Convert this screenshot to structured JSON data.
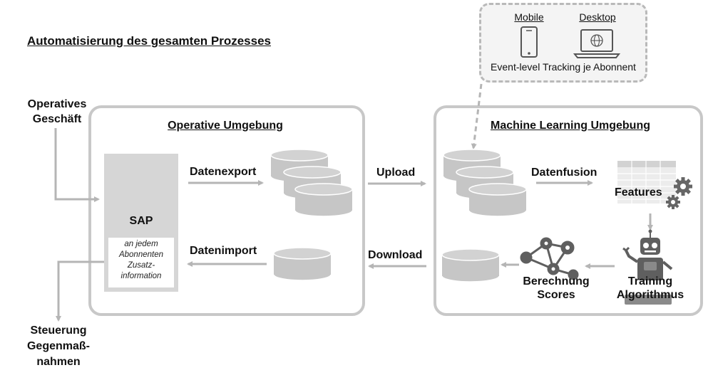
{
  "title": "Automatisierung des gesamten Prozesses",
  "left_labels": {
    "operatives_geschaeft_line1": "Operatives",
    "operatives_geschaeft_line2": "Geschäft",
    "steuerung_line1": "Steuerung",
    "steuerung_line2": "Gegenmaß-",
    "steuerung_line3": "nahmen"
  },
  "operative": {
    "title": "Operative Umgebung",
    "sap_label": "SAP",
    "sap_note_lines": [
      "an jedem",
      "Abonnenten",
      "Zusatz-",
      "information"
    ],
    "datenexport": "Datenexport",
    "datenimport": "Datenimport"
  },
  "transfer": {
    "upload": "Upload",
    "download": "Download"
  },
  "ml": {
    "title": "Machine Learning Umgebung",
    "datenfusion": "Datenfusion",
    "features": "Features",
    "training_line1": "Training",
    "training_line2": "Algorithmus",
    "berechnung_line1": "Berechnung",
    "berechnung_line2": "Scores"
  },
  "tracking_box": {
    "mobile": "Mobile",
    "desktop": "Desktop",
    "caption": "Event-level Tracking je Abonnent"
  },
  "icons": [
    "database-icon",
    "mobile-phone-icon",
    "laptop-globe-icon",
    "spreadsheet-icon",
    "gear-icon",
    "robot-icon",
    "network-icon"
  ],
  "colors": {
    "arrow": "#b5b5b5",
    "box_border": "#c8c8c8",
    "database": "#c6c6c6",
    "icon_dark": "#5f5f5f"
  }
}
